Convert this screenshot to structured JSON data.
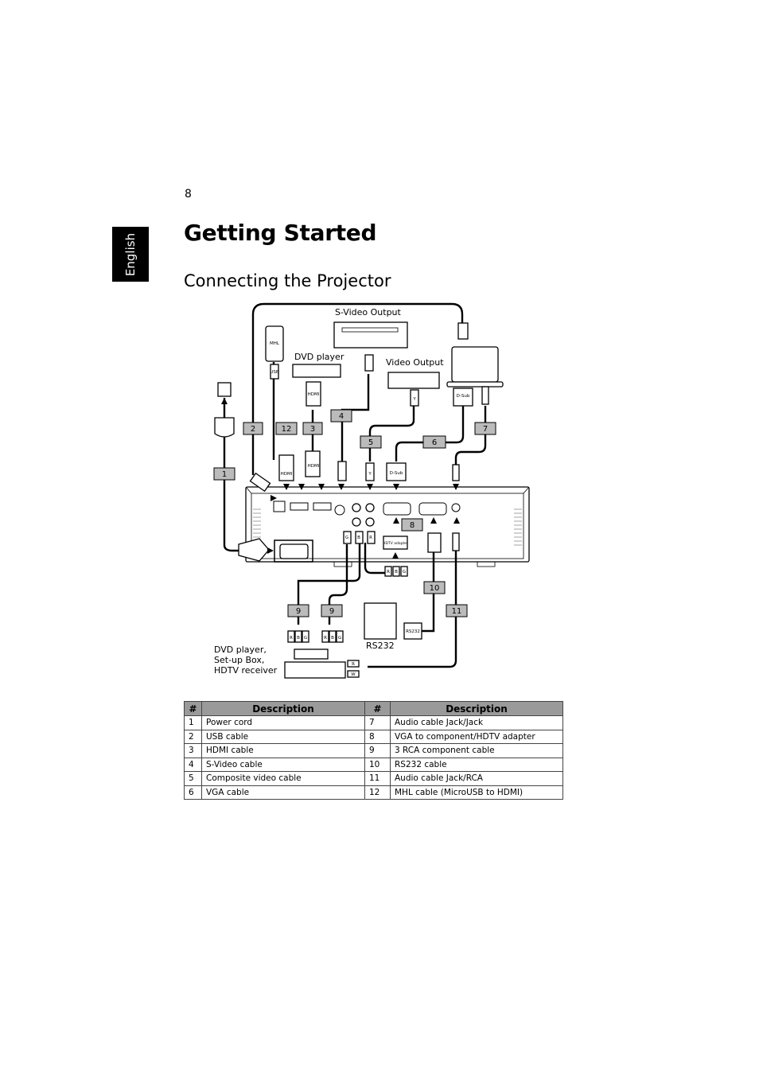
{
  "page_number": "8",
  "language_tab": "English",
  "title": "Getting Started",
  "subtitle": "Connecting the Projector",
  "diagram": {
    "labels": {
      "svideo_output": "S-Video Output",
      "dvd_player": "DVD player",
      "video_output": "Video Output",
      "rs232": "RS232",
      "dvd_multi_1": "DVD player,",
      "dvd_multi_2": "Set-up Box,",
      "dvd_multi_3": "HDTV receiver"
    },
    "small_labels": {
      "mhl": "MHL",
      "usb": "USB",
      "hdmi": "HDMI",
      "dsub": "D-Sub",
      "y": "Y",
      "hdtv_adapter": "HDTV adapter",
      "r": "R",
      "b": "B",
      "g": "G",
      "w": "W"
    },
    "callouts": [
      "1",
      "2",
      "12",
      "3",
      "4",
      "5",
      "6",
      "7",
      "8",
      "9",
      "9",
      "10",
      "11"
    ]
  },
  "table": {
    "headers": [
      "#",
      "Description",
      "#",
      "Description"
    ],
    "rows": [
      [
        "1",
        "Power cord",
        "7",
        "Audio cable Jack/Jack"
      ],
      [
        "2",
        "USB cable",
        "8",
        "VGA to component/HDTV adapter"
      ],
      [
        "3",
        "HDMI cable",
        "9",
        "3 RCA component cable"
      ],
      [
        "4",
        "S-Video cable",
        "10",
        "RS232 cable"
      ],
      [
        "5",
        "Composite video cable",
        "11",
        "Audio cable Jack/RCA"
      ],
      [
        "6",
        "VGA cable",
        "12",
        "MHL cable (MicroUSB to HDMI)"
      ]
    ]
  }
}
